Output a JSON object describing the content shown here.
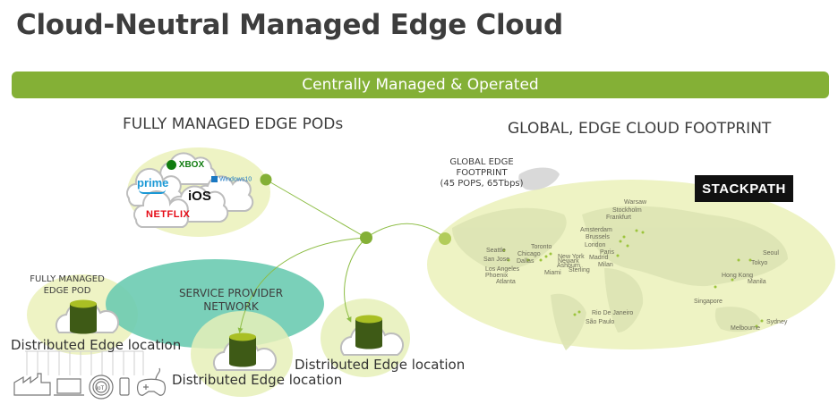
{
  "header": {
    "title": "Cloud-Neutral Managed Edge Cloud"
  },
  "banner": {
    "label": "Centrally Managed & Operated"
  },
  "left_section": {
    "heading": "FULLY MANAGED EDGE PODs",
    "services": [
      "XBOX",
      "prime",
      "Windows10",
      "iOS",
      "NETFLIX"
    ]
  },
  "right_section": {
    "heading": "GLOBAL, EDGE CLOUD FOOTPRINT",
    "footprint_label_line1": "GLOBAL EDGE",
    "footprint_label_line2": "FOOTPRINT",
    "footprint_label_line3": "(45 POPS, 65Tbps)",
    "provider_logo": "STACKPATH",
    "cities": [
      {
        "name": "Warsaw"
      },
      {
        "name": "Stockholm"
      },
      {
        "name": "Frankfurt"
      },
      {
        "name": "Amsterdam"
      },
      {
        "name": "Brussels"
      },
      {
        "name": "London"
      },
      {
        "name": "Paris"
      },
      {
        "name": "Madrid"
      },
      {
        "name": "Milan"
      },
      {
        "name": "Seattle"
      },
      {
        "name": "San Jose"
      },
      {
        "name": "Los Angeles"
      },
      {
        "name": "Phoenix"
      },
      {
        "name": "Atlanta"
      },
      {
        "name": "Chicago"
      },
      {
        "name": "Dallas"
      },
      {
        "name": "Toronto"
      },
      {
        "name": "New York"
      },
      {
        "name": "Newark"
      },
      {
        "name": "Ashburn"
      },
      {
        "name": "Sterling"
      },
      {
        "name": "Miami"
      },
      {
        "name": "Rio De Janeiro"
      },
      {
        "name": "São Paulo"
      },
      {
        "name": "Seoul"
      },
      {
        "name": "Tokyo"
      },
      {
        "name": "Hong Kong"
      },
      {
        "name": "Manila"
      },
      {
        "name": "Singapore"
      },
      {
        "name": "Melbourne"
      },
      {
        "name": "Sydney"
      }
    ]
  },
  "network": {
    "service_provider_line1": "SERVICE PROVIDER",
    "service_provider_line2": "NETWORK",
    "edge_pod_line1": "FULLY MANAGED",
    "edge_pod_line2": "EDGE POD",
    "distributed_label": "Distributed Edge location"
  },
  "devices": {
    "items": [
      "factory",
      "laptop",
      "IoT",
      "phone",
      "gamepad"
    ],
    "iot_label": "IoT"
  },
  "colors": {
    "accent_green": "#84b036",
    "pale_green": "#eef3c4",
    "teal": "#6ccbb1",
    "db_dark": "#3e5a16",
    "db_top": "#a9bf24"
  }
}
